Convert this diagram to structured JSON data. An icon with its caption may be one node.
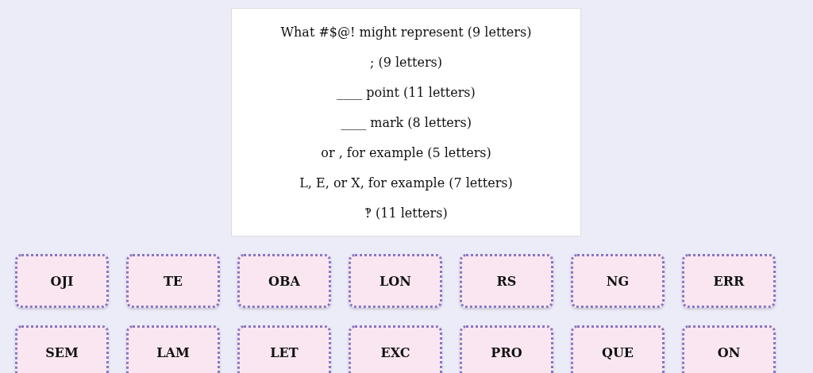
{
  "diagram": {
    "nodes": [
      {
        "text": [
          "What #$@! might represent (9 letters)",
          "; (9 letters)",
          "____ point (11 letters)",
          "____ mark (8 letters)",
          "or , for example (5 letters)",
          "L, E, or X, for example (7 letters)",
          "‽ (11 letters)"
        ]
      },
      {
        "text": [
          "OJI"
        ]
      },
      {
        "text": [
          "TE"
        ]
      },
      {
        "text": [
          "OBA"
        ]
      },
      {
        "text": [
          "LON"
        ]
      },
      {
        "text": [
          "RS"
        ]
      },
      {
        "text": [
          "NG"
        ]
      },
      {
        "text": [
          "ERR"
        ]
      },
      {
        "text": [
          "SEM"
        ]
      },
      {
        "text": [
          "LAM"
        ]
      },
      {
        "text": [
          "LET"
        ]
      },
      {
        "text": [
          "EXC"
        ]
      },
      {
        "text": [
          "PRO"
        ]
      },
      {
        "text": [
          "QUE"
        ]
      },
      {
        "text": [
          "ON"
        ]
      }
    ]
  }
}
